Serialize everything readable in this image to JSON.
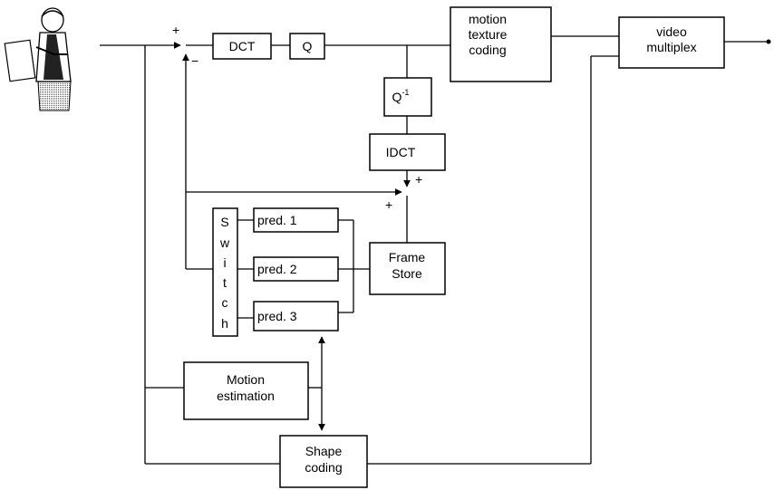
{
  "blocks": {
    "dct": "DCT",
    "q": "Q",
    "motion_texture_coding": [
      "motion",
      "texture",
      "coding"
    ],
    "video_multiplex": [
      "video",
      "multiplex"
    ],
    "q_inverse": {
      "base": "Q",
      "superscript": "-1"
    },
    "idct": "IDCT",
    "switch_letters": [
      "S",
      "w",
      "i",
      "t",
      "c",
      "h"
    ],
    "pred1": "pred. 1",
    "pred2": "pred. 2",
    "pred3": "pred. 3",
    "frame_store": [
      "Frame",
      "Store"
    ],
    "motion_estimation": [
      "Motion",
      "estimation"
    ],
    "shape_coding": [
      "Shape",
      "coding"
    ]
  },
  "signs": {
    "input_plus": "+",
    "input_minus": "−",
    "recon_plus_top": "+",
    "recon_plus_left": "+"
  },
  "colors": {
    "stroke": "#000000",
    "background": "#ffffff"
  },
  "icons": [
    "presenter-figure-icon"
  ]
}
